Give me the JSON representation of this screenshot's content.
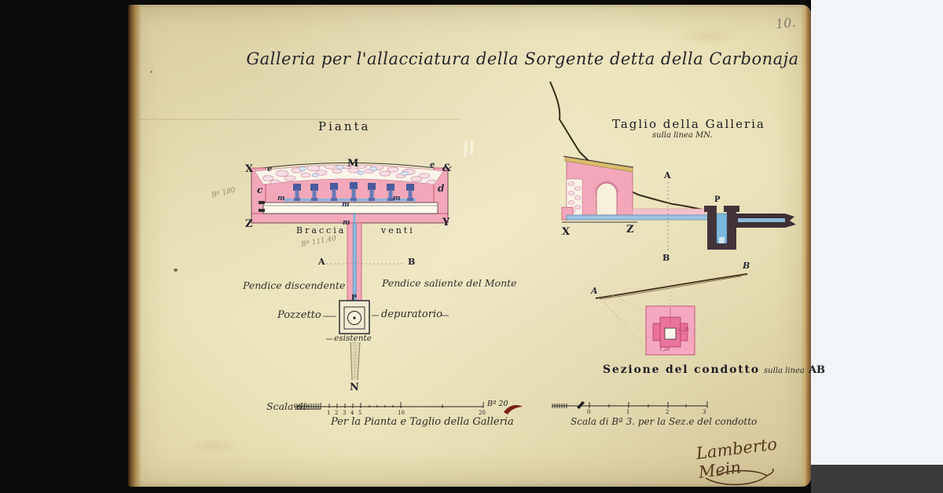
{
  "page": {
    "number": "10."
  },
  "title": "Galleria per l'allacciatura della Sorgente detta della Carbonaja",
  "plan": {
    "heading": "Pianta",
    "corner_top_left": "X",
    "corner_top_right": "&",
    "corner_bottom_left": "Z",
    "corner_bottom_right": "Y",
    "label_m": "M",
    "label_c": "c",
    "label_d": "d",
    "small_e_left": "e",
    "small_e_right": "e",
    "m_labels": [
      "m",
      "m",
      "m",
      "m"
    ],
    "braccia": "Braccia",
    "venti": "venti",
    "pencil_note_left": "Bª 180",
    "pencil_note_channel": "Bª 111,40",
    "label_a": "A",
    "label_b": "B",
    "pendice_left": "Pendice discendente",
    "pendice_right": "Pendice saliente del Monte",
    "pozzetto": "Pozzetto",
    "depuratorio": "depuratorio",
    "label_p": "P",
    "esistente": "esistente",
    "label_n": "N"
  },
  "section": {
    "heading": "Taglio della Galleria",
    "subheading": "sulla linea MN.",
    "corner_x": "X",
    "corner_z": "Z",
    "label_a": "A",
    "label_b": "B",
    "label_p": "P"
  },
  "conduit": {
    "label_a": "A",
    "label_b": "B",
    "dim_opening": "0,20",
    "dim_base": "1,20",
    "caption": "Sezione del condotto",
    "caption_sub": "sulla linea",
    "caption_ab": "AB"
  },
  "scales": {
    "left": {
      "prefix": "Scala di:",
      "numbers": [
        "1",
        "2",
        "3",
        "4",
        "5",
        "10",
        "20"
      ],
      "end_label": "Bª 20",
      "caption": "Per la Pianta e Taglio della Galleria"
    },
    "right": {
      "numbers": [
        "0",
        "1",
        "2",
        "3"
      ],
      "caption": "Scala di Bª 3. per la Sez.e del condotto"
    }
  },
  "signature": "Lamberto Mein",
  "colors": {
    "paper": "#ece4bd",
    "pink": "#f2a8ba",
    "crimson": "#c8506e",
    "blue": "#8ab4d8",
    "dark_masonry": "#43333a",
    "ink": "#26262a",
    "pencil": "#8a8276"
  }
}
